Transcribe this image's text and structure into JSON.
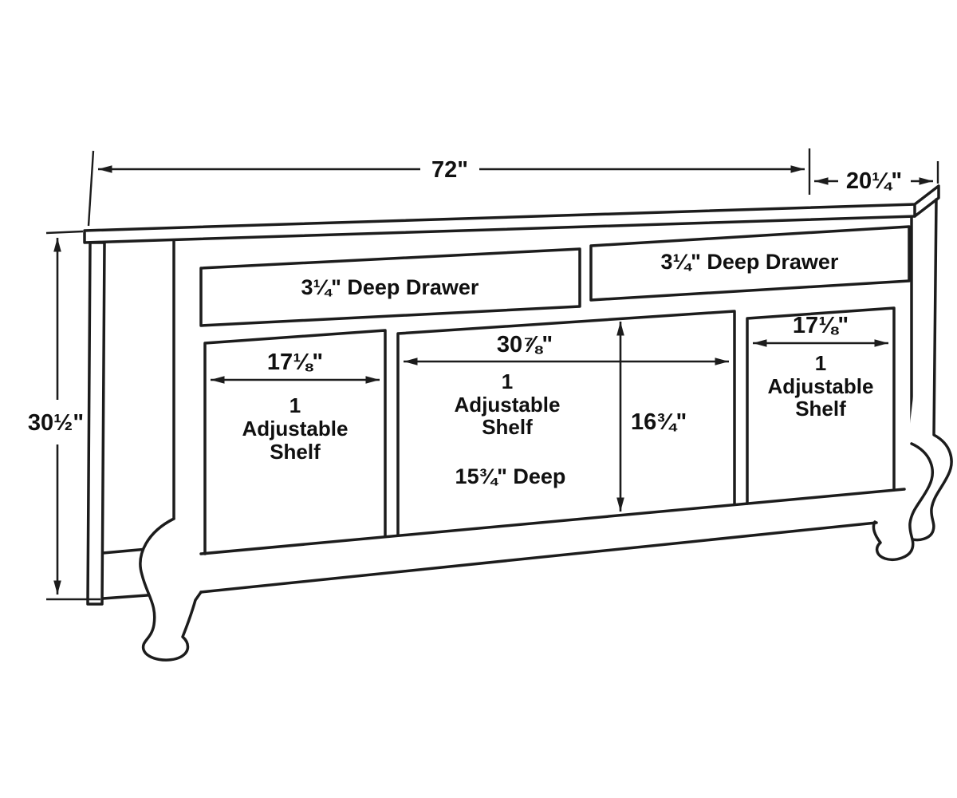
{
  "diagram": {
    "overall": {
      "width_label": "72\"",
      "depth_label": "20¼\"",
      "height_label": "30½\""
    },
    "drawers": {
      "left_label": "3¼\" Deep Drawer",
      "right_label": "3¼\" Deep Drawer"
    },
    "compartments": {
      "left": {
        "width_label": "17⅛\"",
        "qty": "1",
        "feature_line1": "Adjustable",
        "feature_line2": "Shelf"
      },
      "center": {
        "width_label": "30⅞\"",
        "qty": "1",
        "feature_line1": "Adjustable",
        "feature_line2": "Shelf",
        "interior_height_label": "16¾\"",
        "depth_label": "15¾\" Deep"
      },
      "right": {
        "width_label": "17⅛\"",
        "qty": "1",
        "feature_line1": "Adjustable",
        "feature_line2": "Shelf"
      }
    },
    "colors": {
      "line": "#1c1c1c",
      "background": "#ffffff"
    }
  }
}
